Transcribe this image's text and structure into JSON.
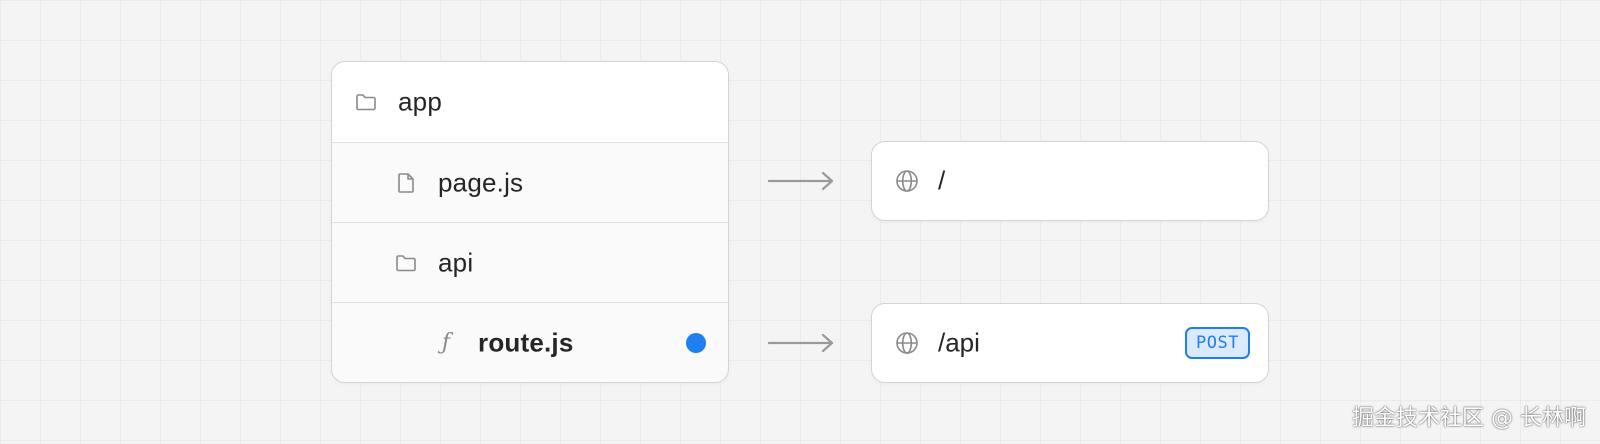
{
  "tree": {
    "rows": [
      {
        "label": "app",
        "icon": "folder-icon"
      },
      {
        "label": "page.js",
        "icon": "file-icon"
      },
      {
        "label": "api",
        "icon": "folder-icon"
      },
      {
        "label": "route.js",
        "icon": "function-icon",
        "glyph": "ƒ"
      }
    ]
  },
  "routes": [
    {
      "path": "/",
      "icon": "globe-icon"
    },
    {
      "path": "/api",
      "icon": "globe-icon",
      "badge": "POST"
    }
  ],
  "colors": {
    "accent": "#1f7ef0",
    "badge_bg": "#dbeafe",
    "border": "#d4d4d4",
    "text": "#262626",
    "arrow": "#9a9a9a"
  },
  "watermark": "掘金技术社区 @ 长林啊"
}
